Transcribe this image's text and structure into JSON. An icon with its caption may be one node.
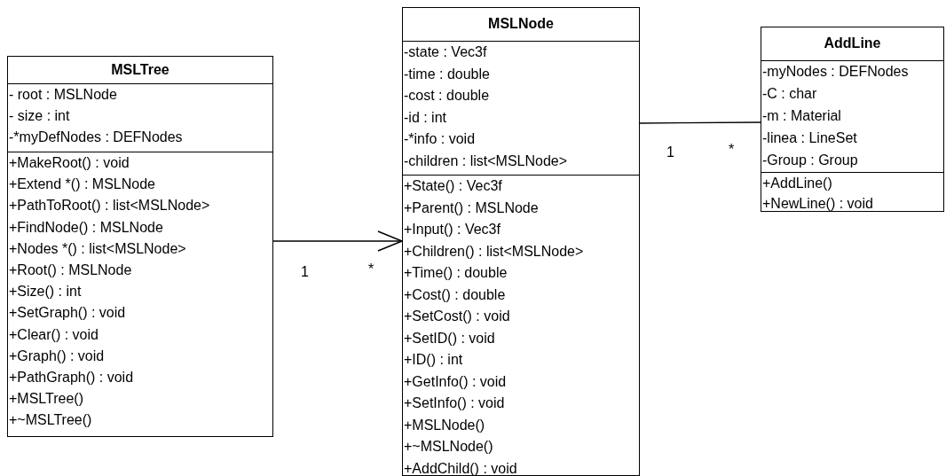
{
  "diagram": {
    "nodes": [
      {
        "text": [
          "MSLTree"
        ]
      },
      {
        "text": [
          "- root : MSLNode",
          "- size : int",
          "-*myDefNodes : DEFNodes"
        ],
        "in": 0
      },
      {
        "text": [
          "+MakeRoot() : void",
          "+Extend *() : MSLNode",
          "+PathToRoot() : list<MSLNode>",
          "+FindNode() : MSLNode",
          "+Nodes *() : list<MSLNode>",
          "+Root() : MSLNode",
          "+Size() : int",
          "+SetGraph() : void",
          "+Clear() : void",
          "+Graph() : void",
          "+PathGraph() : void",
          "+MSLTree()",
          "+~MSLTree()"
        ],
        "in": 0
      },
      {
        "text": [
          "MSLNode"
        ]
      },
      {
        "text": [
          "-state : Vec3f",
          "-time : double",
          "-cost : double",
          "-id : int",
          "-*info : void",
          "-children : list<MSLNode>"
        ],
        "in": 3
      },
      {
        "text": [
          "+State() : Vec3f",
          "+Parent() : MSLNode",
          "+Input() : Vec3f",
          "+Children() : list<MSLNode>",
          "+Time() : double",
          "+Cost() : double",
          "+SetCost() : void",
          "+SetID() : void",
          "+ID() : int",
          "+GetInfo() : void",
          "+SetInfo() : void",
          "+MSLNode()",
          "+~MSLNode()",
          "+AddChild() : void"
        ],
        "in": 3
      },
      {
        "text": [
          "AddLine"
        ]
      },
      {
        "text": [
          "-myNodes : DEFNodes",
          "-C : char",
          "-m : Material",
          "-linea : LineSet",
          "-Group : Group"
        ],
        "in": 6
      },
      {
        "text": [
          "+AddLine()",
          "+NewLine() : void"
        ],
        "in": 6
      }
    ],
    "edges": [
      {
        "from": 0,
        "to": 3,
        "arrow": "to"
      },
      {
        "from": 3,
        "to": 6,
        "arrow": "other"
      }
    ],
    "labels": [
      "1",
      "*",
      "1",
      "*"
    ]
  }
}
